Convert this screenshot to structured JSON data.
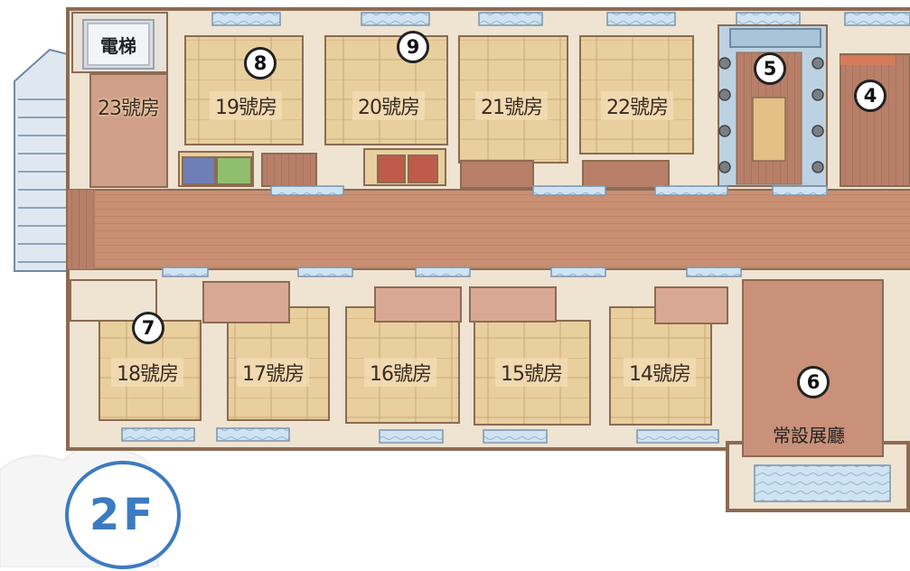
{
  "floor": "2F",
  "elevator": "電梯",
  "exhibition_hall": "常設展廳",
  "rooms": {
    "r23": "23號房",
    "r19": "19號房",
    "r20": "20號房",
    "r21": "21號房",
    "r22": "22號房",
    "r18": "18號房",
    "r17": "17號房",
    "r16": "16號房",
    "r15": "15號房",
    "r14": "14號房"
  },
  "markers": {
    "m4": "4",
    "m5": "5",
    "m6": "6",
    "m7": "7",
    "m8": "8",
    "m9": "9"
  },
  "colors": {
    "tatami": "#e9cf9e",
    "corridor": "#c78d70",
    "wall": "#efe3d2",
    "outline": "#8c6b52",
    "window": "#c9dff0",
    "floor_badge": "#3c7bc0"
  }
}
